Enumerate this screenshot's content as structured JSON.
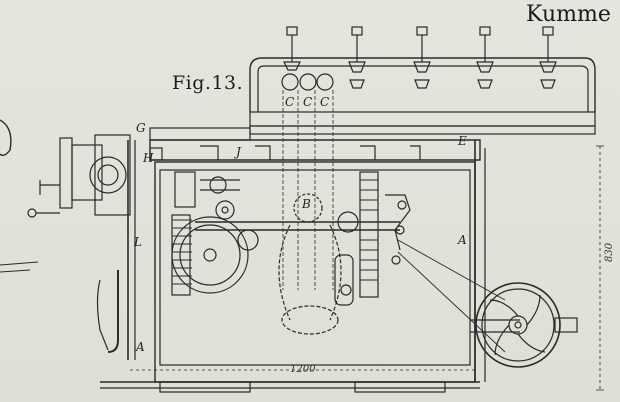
{
  "plate": {
    "title_fragment": "Kumme",
    "figure_label": "Fig.13.",
    "part_labels": {
      "G": "G",
      "H": "H",
      "J": "J",
      "E": "E",
      "B": "B",
      "L": "L",
      "A_left": "A",
      "A_right": "A",
      "C1": "C",
      "C2": "C",
      "C3": "C"
    },
    "dimensions": {
      "width": "1200",
      "height": "830"
    }
  }
}
